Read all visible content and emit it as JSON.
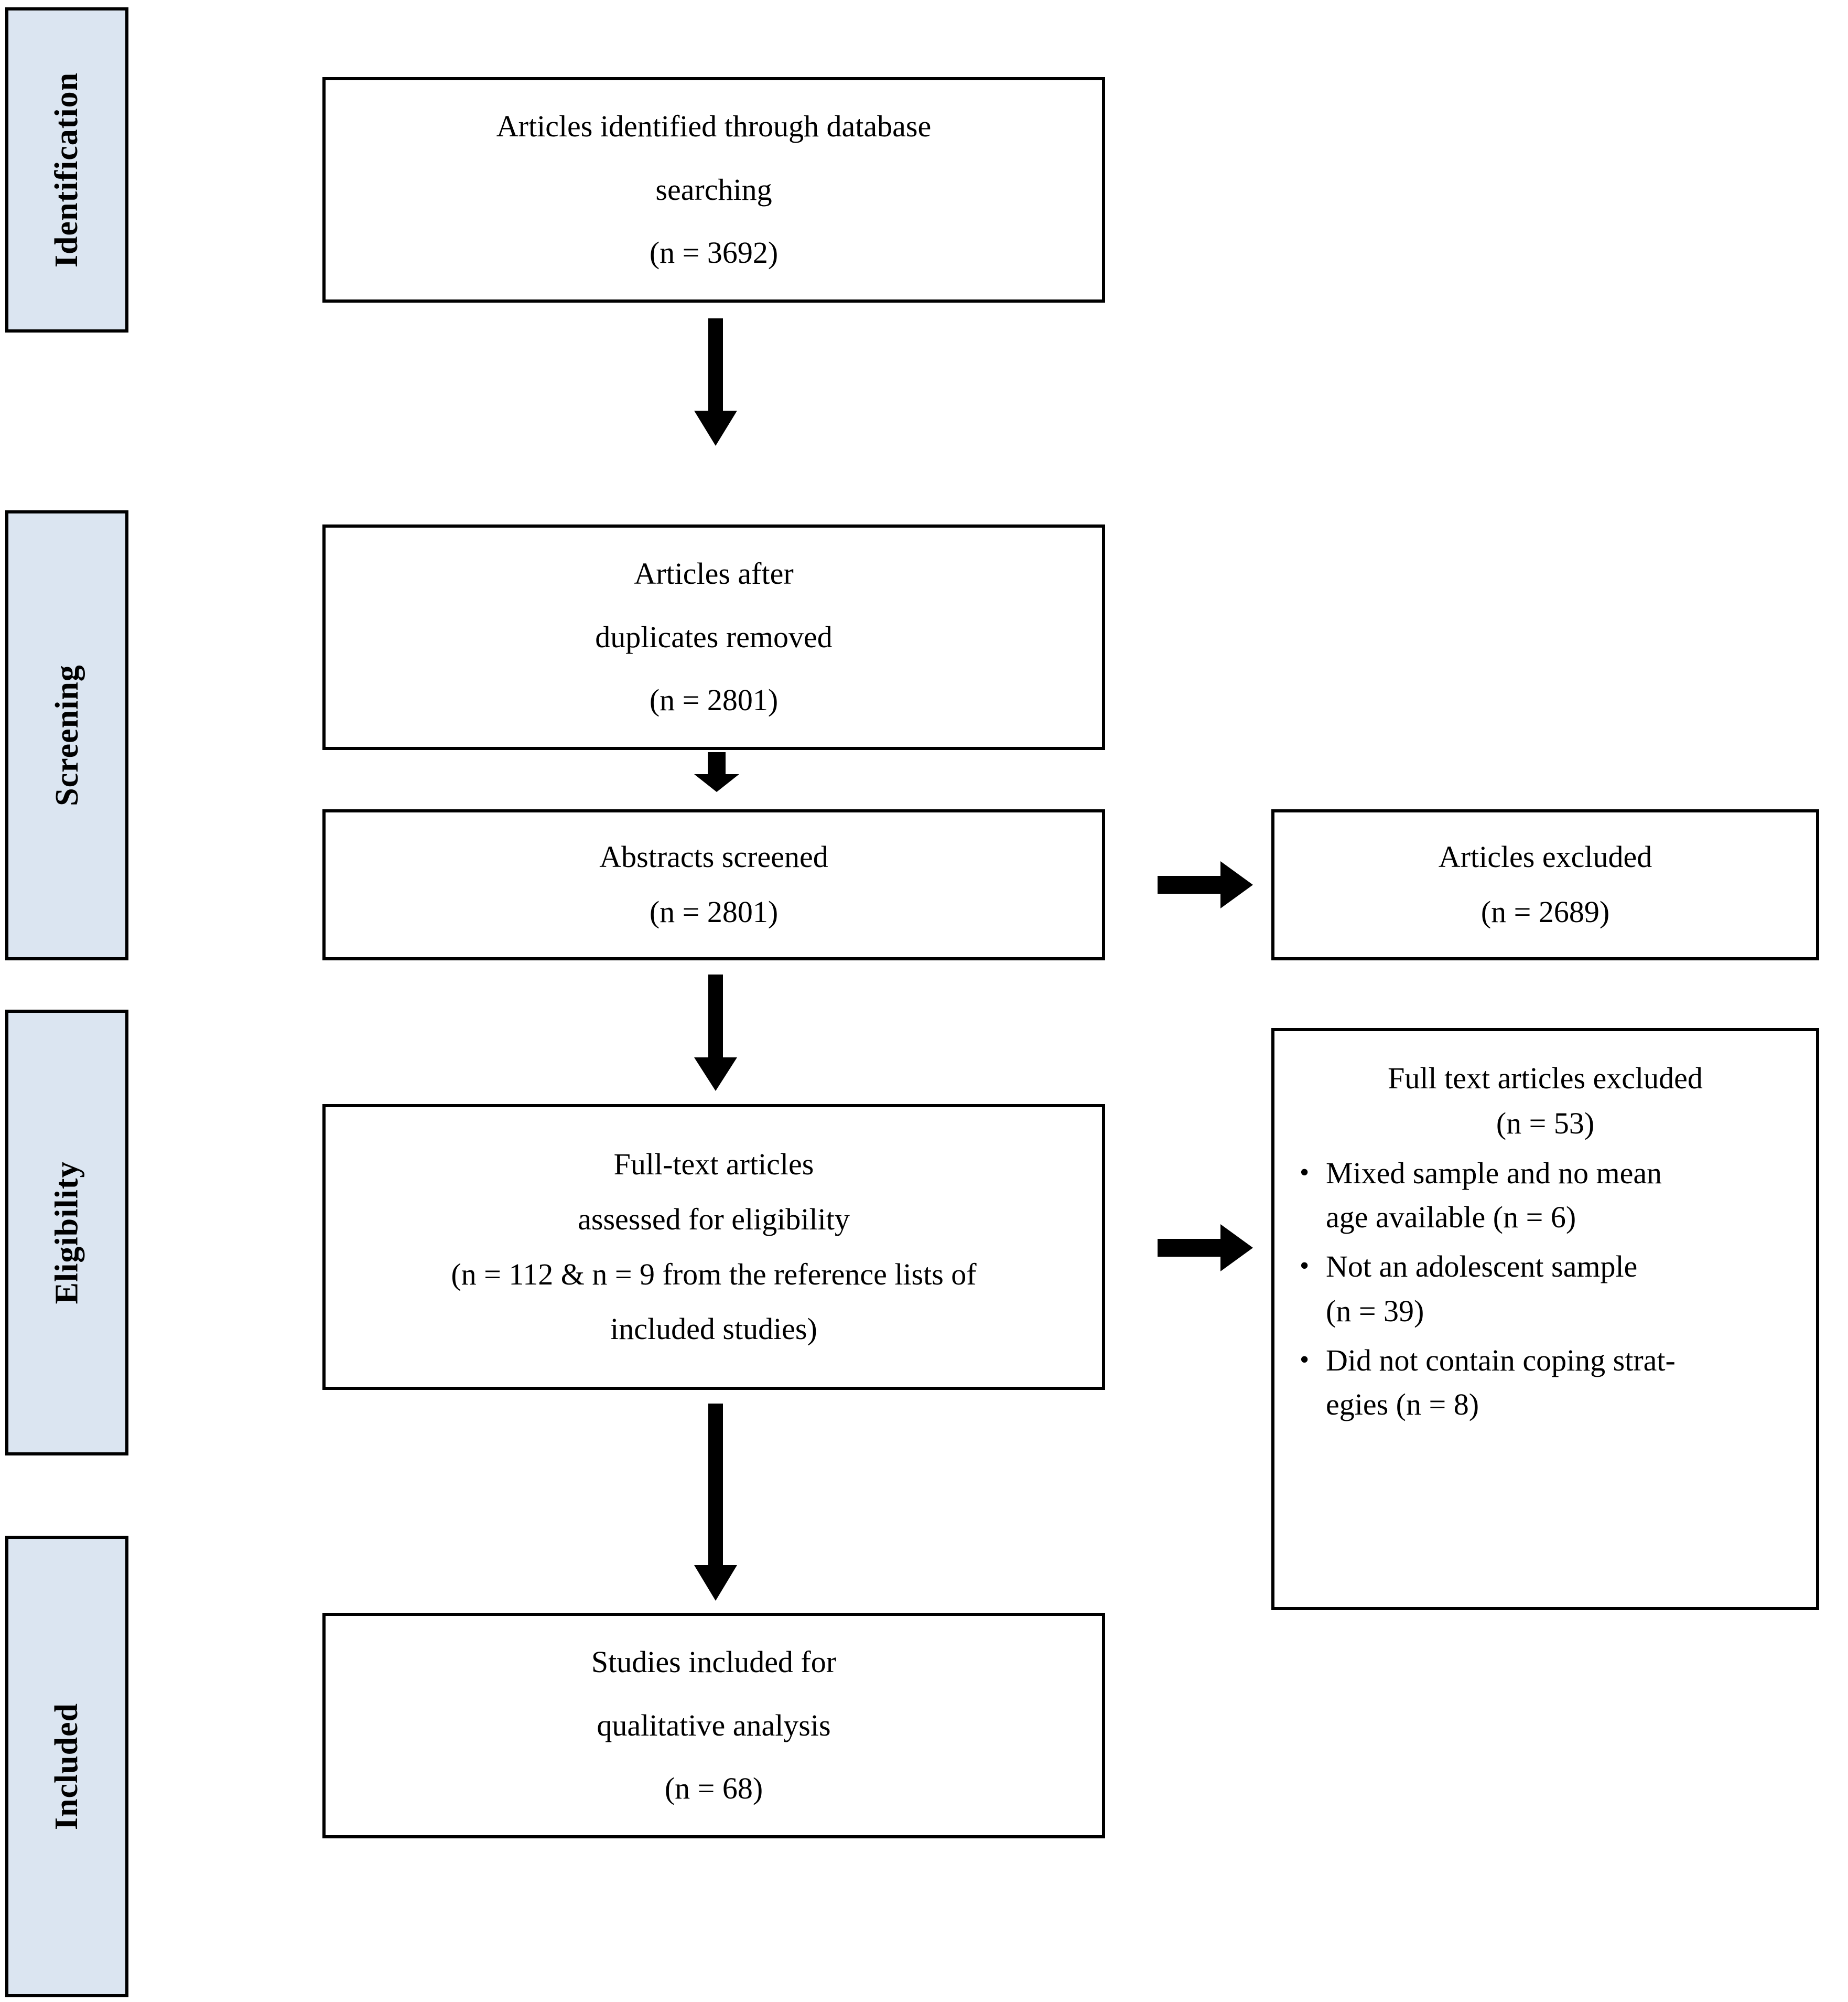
{
  "figure": {
    "type": "prisma-flow-diagram",
    "background": "#ffffff",
    "stage_fill": "#dbe5f1",
    "line_color": "#000000"
  },
  "stages": [
    {
      "label": "Identification"
    },
    {
      "label": "Screening"
    },
    {
      "label": "Eligibility"
    },
    {
      "label": "Included"
    }
  ],
  "flow": {
    "identified": {
      "line1": "Articles identified through database",
      "line2": "searching",
      "line3": "(n = 3692)",
      "count": 3692
    },
    "after_duplicates": {
      "line1": "Articles after",
      "line2": "duplicates removed",
      "line3": "(n = 2801)",
      "count": 2801
    },
    "abstracts_screened": {
      "line1": "Abstracts screened",
      "line2": "(n = 2801)",
      "count": 2801
    },
    "articles_excluded": {
      "line1": "Articles excluded",
      "line2": "(n = 2689)",
      "count": 2689
    },
    "full_text_assessed": {
      "line1": "Full-text articles",
      "line2": "assessed for eligibility",
      "line3": "(n = 112 & n = 9 from the reference lists of",
      "line4": "included studies)",
      "count": 112,
      "reference_list_count": 9
    },
    "full_text_excluded": {
      "head_line1": "Full text articles excluded",
      "head_line2": "(n = 53)",
      "count": 53,
      "bullet_glyph": "•",
      "reasons": [
        {
          "line1": "Mixed sample and no mean",
          "line2": "age available (n = 6)",
          "count": 6
        },
        {
          "line1": "Not an adolescent sample",
          "line2": "(n = 39)",
          "count": 39
        },
        {
          "line1": "Did not contain coping strat-",
          "line2": "egies (n = 8)",
          "count": 8
        }
      ]
    },
    "included_qualitative": {
      "line1": "Studies included for",
      "line2": "qualitative analysis",
      "line3": "(n = 68)",
      "count": 68
    }
  },
  "connectors": [
    {
      "name": "identified-to-duplicates",
      "direction": "down"
    },
    {
      "name": "duplicates-to-abstracts",
      "direction": "down"
    },
    {
      "name": "abstracts-to-excluded",
      "direction": "right"
    },
    {
      "name": "abstracts-to-fulltext",
      "direction": "down"
    },
    {
      "name": "fulltext-to-excluded",
      "direction": "right"
    },
    {
      "name": "fulltext-to-included",
      "direction": "down"
    }
  ]
}
